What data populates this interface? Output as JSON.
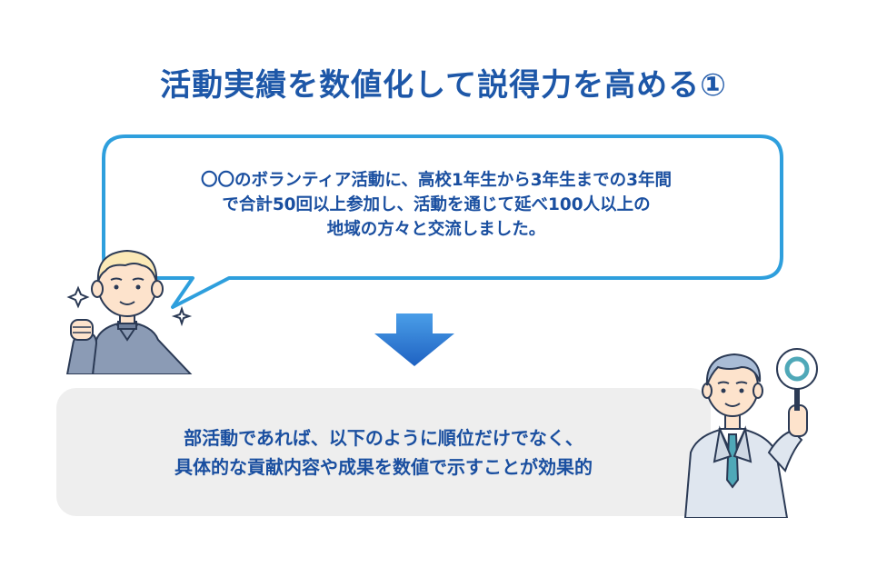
{
  "title": "活動実績を数値化して説得力を高める①",
  "speech_bubble": {
    "lines": [
      "〇〇のボランティア活動に、高校1年生から3年生までの3年間",
      "で合計50回以上参加し、活動を通じて延べ100人以上の",
      "地域の方々と交流しました。"
    ]
  },
  "advice_box": {
    "lines": [
      "部活動であれば、以下のように順位だけでなく、",
      "具体的な貢献内容や成果を数値で示すことが効果的"
    ]
  },
  "colors": {
    "title": "#1d57a8",
    "bubble_border": "#2e9fdd",
    "arrow": "#2576d2",
    "text": "#1a4fa0",
    "box_bg": "#eeeeee"
  }
}
